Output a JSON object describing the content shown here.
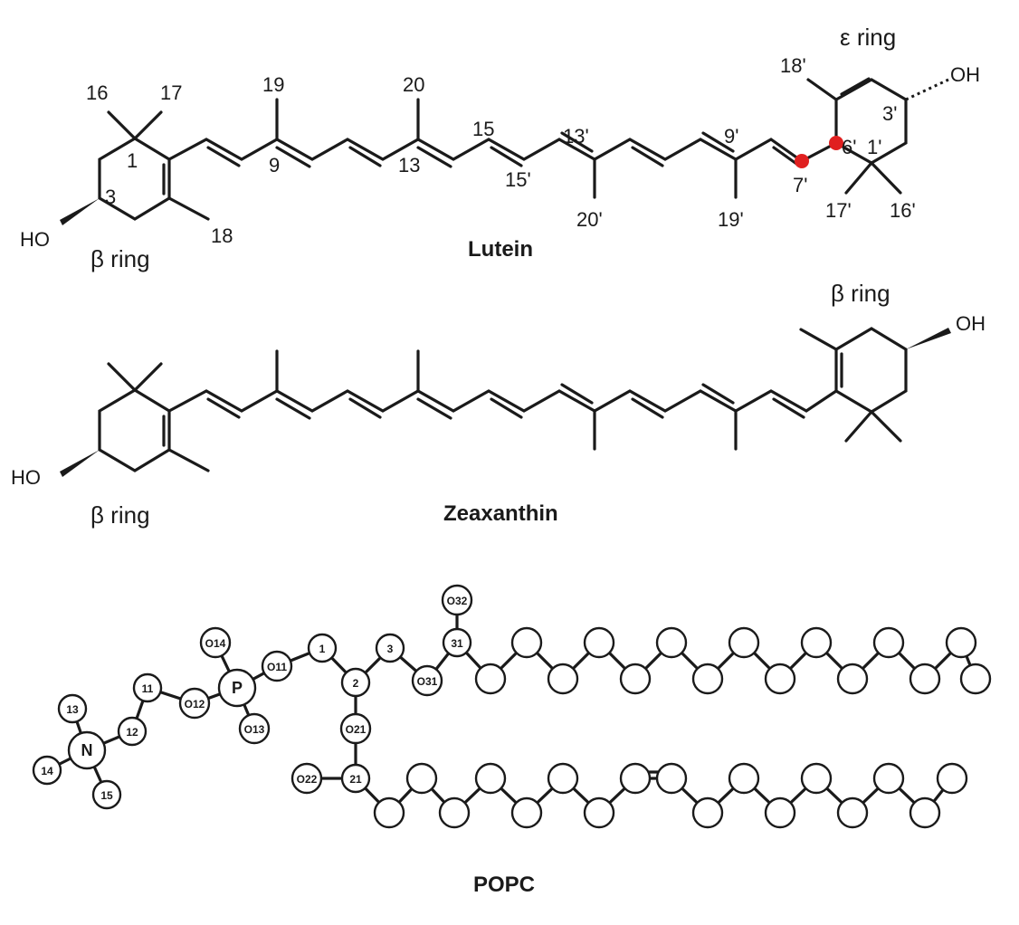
{
  "lutein": {
    "title": "Lutein",
    "left_ring": "β ring",
    "right_ring": "ε ring",
    "ho": "HO",
    "oh": "OH",
    "numbers": {
      "n16": "16",
      "n17": "17",
      "n1": "1",
      "n3": "3",
      "n18": "18",
      "n19": "19",
      "n9": "9",
      "n20": "20",
      "n13": "13",
      "n15": "15",
      "n15p": "15'",
      "n13p": "13'",
      "n20p": "20'",
      "n9p": "9'",
      "n19p": "19'",
      "n7p": "7'",
      "n6p": "6'",
      "n18p": "18'",
      "n3p": "3'",
      "n1p": "1'",
      "n17p": "17'",
      "n16p": "16'"
    },
    "highlight_color": "#e02020"
  },
  "zeaxanthin": {
    "title": "Zeaxanthin",
    "left_ring": "β ring",
    "right_ring": "β ring",
    "ho": "HO",
    "oh": "OH"
  },
  "popc": {
    "title": "POPC",
    "atoms": {
      "a1": "1",
      "a2": "2",
      "a3": "3",
      "a31": "31",
      "a21": "21",
      "a11": "11",
      "a12": "12",
      "a13": "13",
      "a14": "14",
      "a15": "15",
      "aN": "N",
      "aP": "P",
      "o11": "O11",
      "o12": "O12",
      "o13": "O13",
      "o14": "O14",
      "o21": "O21",
      "o22": "O22",
      "o31": "O31",
      "o32": "O32"
    }
  }
}
